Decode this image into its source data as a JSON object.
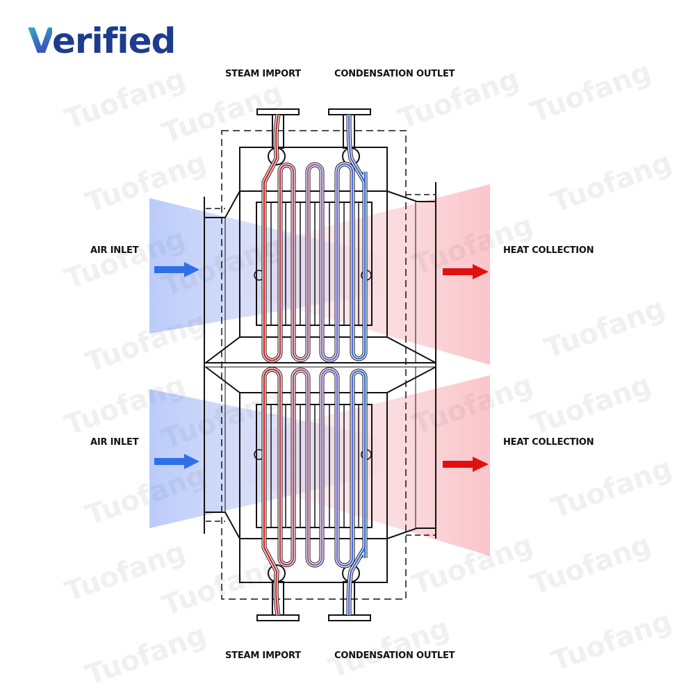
{
  "logo": {
    "first_letter": "V",
    "rest": "erified"
  },
  "labels": {
    "steam_import_top": "STEAM IMPORT",
    "condensation_outlet_top": "CONDENSATION OUTLET",
    "air_inlet_upper": "AIR INLET",
    "heat_collection_upper": "HEAT COLLECTION",
    "air_inlet_lower": "AIR INLET",
    "heat_collection_lower": "HEAT COLLECTION",
    "steam_import_bottom": "STEAM IMPORT",
    "condensation_outlet_bottom": "CONDENSATION OUTLET"
  },
  "watermark": "Tuofang",
  "colors": {
    "steam": "#e02020",
    "condensate": "#2f6fe8",
    "mid": "#9a6ab0",
    "air_in": "#2f6fe8",
    "heat_out": "#e01010",
    "logo_navy": "#1d3c8c"
  }
}
